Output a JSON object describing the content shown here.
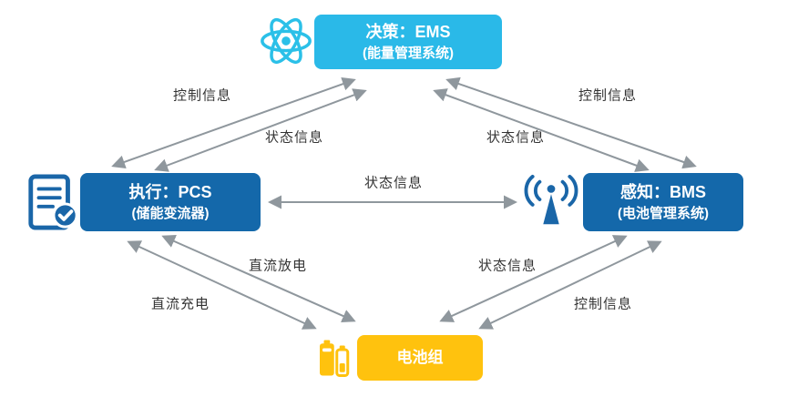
{
  "diagram": {
    "nodes": {
      "ems": {
        "title": "决策：EMS",
        "subtitle": "(能量管理系统)",
        "color": "#2AB9E8"
      },
      "pcs": {
        "title": "执行：PCS",
        "subtitle": "(储能变流器)",
        "color": "#1468AA"
      },
      "bms": {
        "title": "感知：BMS",
        "subtitle": "(电池管理系统)",
        "color": "#1468AA"
      },
      "battery": {
        "title": "电池组",
        "color": "#FFC20E"
      }
    },
    "labels": {
      "ems_pcs_control": "控制信息",
      "ems_pcs_status": "状态信息",
      "ems_bms_control": "控制信息",
      "ems_bms_status": "状态信息",
      "pcs_bms_status": "状态信息",
      "pcs_battery_discharge": "直流放电",
      "pcs_battery_charge": "直流充电",
      "bms_battery_status": "状态信息",
      "bms_battery_control": "控制信息"
    },
    "icons": {
      "ems": "atom-icon",
      "pcs": "document-check-icon",
      "bms": "antenna-signal-icon",
      "battery": "battery-icon"
    },
    "colors": {
      "arrow": "#8F979D",
      "cyan_icon": "#2BC0E8",
      "blue_icon": "#1A66A8",
      "yellow_icon": "#FFC20E"
    }
  }
}
